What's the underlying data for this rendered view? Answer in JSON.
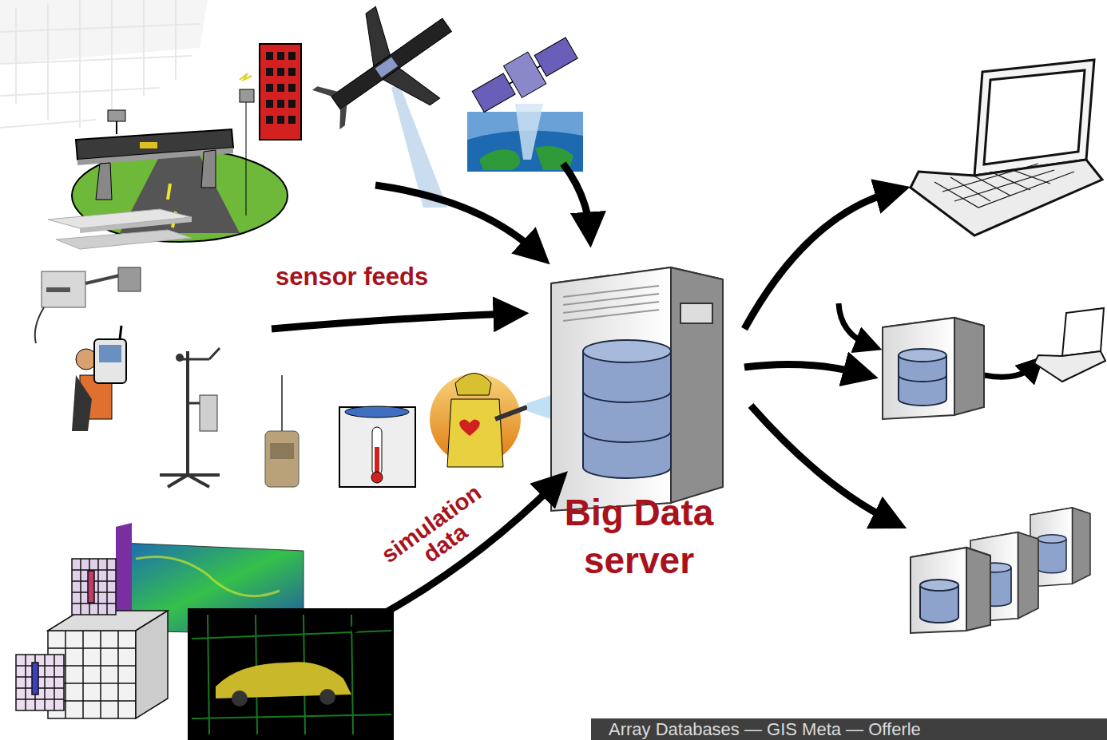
{
  "diagram": {
    "nodes": [
      {
        "text": [
          "Big Data server"
        ]
      }
    ],
    "labels": [
      "sensor feeds",
      "simulation data",
      "Array Databases — GIS Meta — Offerle"
    ]
  }
}
